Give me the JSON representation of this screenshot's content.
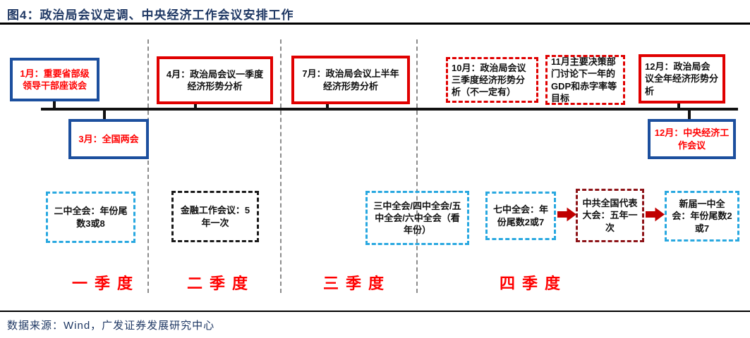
{
  "title": "图4：政治局会议定调、中央经济工作会议安排工作",
  "boxes": {
    "jan": {
      "label": "1月：重要省部级领导干部座谈会"
    },
    "mar": {
      "label": "3月：全国两会"
    },
    "apr": {
      "label": "4月：政治局会议一季度经济形势分析"
    },
    "jul": {
      "label": "7月：政治局会议上半年经济形势分析"
    },
    "oct": {
      "label": "10月：政治局会议三季度经济形势分析（不一定有）"
    },
    "nov": {
      "label": "11月主要决策部门讨论下一年的GDP和赤字率等目标"
    },
    "dec_politburo": {
      "label": "12月：政治局会议全年经济形势分析"
    },
    "dec_cewc": {
      "label": "12月：中央经济工作会议"
    }
  },
  "plenum_boxes": {
    "second_plenum": {
      "label": "二中全会：年份尾数3或8"
    },
    "financial_work": {
      "label": "金融工作会议：5年一次"
    },
    "mid_plenums": {
      "label": "三中全会/四中全会/五中全会/六中全会（看年份）"
    },
    "seventh_plenum": {
      "label": "七中全会：年份尾数2或7"
    },
    "national_congress": {
      "label": "中共全国代表大会：五年一次"
    },
    "new_first_plenum": {
      "label": "新届一中全会：年份尾数2或7"
    }
  },
  "quarters": [
    "一季度",
    "二季度",
    "三季度",
    "四季度"
  ],
  "source": "数据来源：Wind，广发证券发展研究中心",
  "colors": {
    "navy": "#1F3864",
    "blue_border": "#1C4F9E",
    "red_border": "#E00000",
    "bright_red": "#FF0000",
    "cyan": "#29A8E0",
    "maroon": "#8E1418",
    "arrow": "#C00000",
    "gray_dash": "#8C8C8C"
  }
}
